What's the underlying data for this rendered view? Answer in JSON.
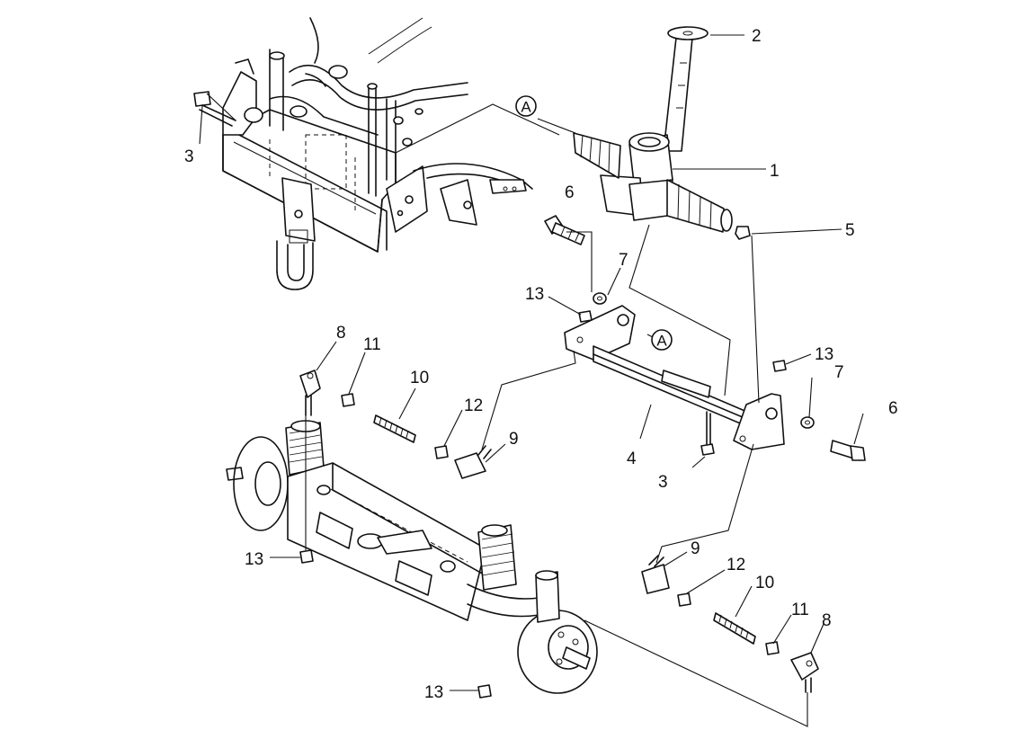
{
  "callouts": {
    "c1": "1",
    "c2": "2",
    "c3a": "3",
    "c3b": "3",
    "c4": "4",
    "c5": "5",
    "c6a": "6",
    "c6b": "6",
    "c7a": "7",
    "c7b": "7",
    "c8a": "8",
    "c8b": "8",
    "c9a": "9",
    "c9b": "9",
    "c10a": "10",
    "c10b": "10",
    "c11a": "11",
    "c11b": "11",
    "c12a": "12",
    "c12b": "12",
    "c13a": "13",
    "c13b": "13",
    "c13c": "13",
    "c13d": "13"
  },
  "markers": {
    "a1": "A",
    "a2": "A"
  },
  "colors": {
    "line": "#111111",
    "background": "#ffffff"
  }
}
